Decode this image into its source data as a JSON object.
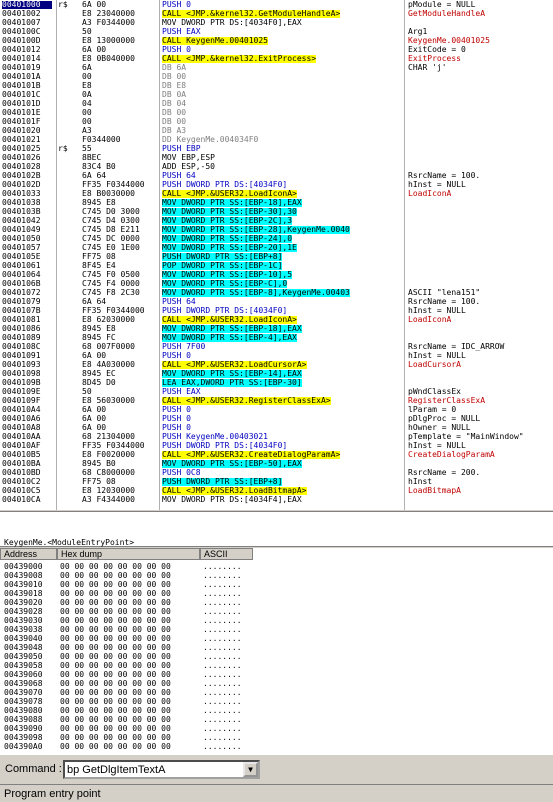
{
  "colors": {
    "selection": "#000080",
    "call_highlight": "#ffff00",
    "mov_highlight": "#00ffff",
    "api_comment": "#c00000",
    "keyword": "#0000c0"
  },
  "disasm": [
    {
      "addr": "00401000",
      "mark": "r$",
      "hex": "6A 00",
      "asm": "PUSH 0",
      "hl": "",
      "asm_color": "blue",
      "cmt": "pModule = NULL",
      "cmt_color": "black",
      "sel": true
    },
    {
      "addr": "00401002",
      "mark": "",
      "hex": "E8 23040000",
      "asm": "CALL <JMP.&kernel32.GetModuleHandleA>",
      "hl": "y",
      "asm_color": "",
      "cmt": "GetModuleHandleA",
      "cmt_color": "red"
    },
    {
      "addr": "00401007",
      "mark": "",
      "hex": "A3 F0344000",
      "asm": "MOV DWORD PTR DS:[4034F0],EAX",
      "hl": "",
      "asm_color": "",
      "cmt": "",
      "cmt_color": ""
    },
    {
      "addr": "0040100C",
      "mark": "",
      "hex": "50",
      "asm": "PUSH EAX",
      "hl": "",
      "asm_color": "blue",
      "cmt": "Arg1",
      "cmt_color": "black"
    },
    {
      "addr": "0040100D",
      "mark": "",
      "hex": "E8 13000000",
      "asm": "CALL KeygenMe.00401025",
      "hl": "y",
      "asm_color": "",
      "cmt": "KeygenMe.00401025",
      "cmt_color": "red"
    },
    {
      "addr": "00401012",
      "mark": "",
      "hex": "6A 00",
      "asm": "PUSH 0",
      "hl": "",
      "asm_color": "blue",
      "cmt": "ExitCode = 0",
      "cmt_color": "black"
    },
    {
      "addr": "00401014",
      "mark": "",
      "hex": "E8 0B040000",
      "asm": "CALL <JMP.&kernel32.ExitProcess>",
      "hl": "y",
      "asm_color": "",
      "cmt": "ExitProcess",
      "cmt_color": "red"
    },
    {
      "addr": "00401019",
      "mark": "",
      "hex": "6A",
      "asm": "DB 6A",
      "hl": "",
      "asm_color": "grey",
      "cmt": "CHAR 'j'",
      "cmt_color": "black"
    },
    {
      "addr": "0040101A",
      "mark": "",
      "hex": "00",
      "asm": "DB 00",
      "hl": "",
      "asm_color": "grey",
      "cmt": "",
      "cmt_color": ""
    },
    {
      "addr": "0040101B",
      "mark": "",
      "hex": "E8",
      "asm": "DB E8",
      "hl": "",
      "asm_color": "grey",
      "cmt": "",
      "cmt_color": ""
    },
    {
      "addr": "0040101C",
      "mark": "",
      "hex": "0A",
      "asm": "DB 0A",
      "hl": "",
      "asm_color": "grey",
      "cmt": "",
      "cmt_color": ""
    },
    {
      "addr": "0040101D",
      "mark": "",
      "hex": "04",
      "asm": "DB 04",
      "hl": "",
      "asm_color": "grey",
      "cmt": "",
      "cmt_color": ""
    },
    {
      "addr": "0040101E",
      "mark": "",
      "hex": "00",
      "asm": "DB 00",
      "hl": "",
      "asm_color": "grey",
      "cmt": "",
      "cmt_color": ""
    },
    {
      "addr": "0040101F",
      "mark": "",
      "hex": "00",
      "asm": "DB 00",
      "hl": "",
      "asm_color": "grey",
      "cmt": "",
      "cmt_color": ""
    },
    {
      "addr": "00401020",
      "mark": "",
      "hex": "A3",
      "asm": "DB A3",
      "hl": "",
      "asm_color": "grey",
      "cmt": "",
      "cmt_color": ""
    },
    {
      "addr": "00401021",
      "mark": "",
      "hex": "F0344000",
      "asm": "DD KeygenMe.004034F0",
      "hl": "",
      "asm_color": "grey",
      "cmt": "",
      "cmt_color": ""
    },
    {
      "addr": "00401025",
      "mark": "r$",
      "hex": "55",
      "asm": "PUSH EBP",
      "hl": "",
      "asm_color": "blue",
      "cmt": "",
      "cmt_color": ""
    },
    {
      "addr": "00401026",
      "mark": "",
      "hex": "8BEC",
      "asm": "MOV EBP,ESP",
      "hl": "",
      "asm_color": "",
      "cmt": "",
      "cmt_color": ""
    },
    {
      "addr": "00401028",
      "mark": "",
      "hex": "83C4 B0",
      "asm": "ADD ESP,-50",
      "hl": "",
      "asm_color": "",
      "cmt": "",
      "cmt_color": ""
    },
    {
      "addr": "0040102B",
      "mark": "",
      "hex": "6A 64",
      "asm": "PUSH 64",
      "hl": "",
      "asm_color": "blue",
      "cmt": "RsrcName = 100.",
      "cmt_color": "black"
    },
    {
      "addr": "0040102D",
      "mark": "",
      "hex": "FF35 F0344000",
      "asm": "PUSH DWORD PTR DS:[4034F0]",
      "hl": "",
      "asm_color": "blue",
      "cmt": "hInst = NULL",
      "cmt_color": "black"
    },
    {
      "addr": "00401033",
      "mark": "",
      "hex": "E8 B0030000",
      "asm": "CALL <JMP.&USER32.LoadIconA>",
      "hl": "y",
      "asm_color": "",
      "cmt": "LoadIconA",
      "cmt_color": "red"
    },
    {
      "addr": "00401038",
      "mark": "",
      "hex": "8945 E8",
      "asm": "MOV DWORD PTR SS:[EBP-18],EAX",
      "hl": "c",
      "asm_color": "",
      "cmt": "",
      "cmt_color": ""
    },
    {
      "addr": "0040103B",
      "mark": "",
      "hex": "C745 D0 3000",
      "asm": "MOV DWORD PTR SS:[EBP-30],30",
      "hl": "c",
      "asm_color": "",
      "cmt": "",
      "cmt_color": ""
    },
    {
      "addr": "00401042",
      "mark": "",
      "hex": "C745 D4 0300",
      "asm": "MOV DWORD PTR SS:[EBP-2C],3",
      "hl": "c",
      "asm_color": "",
      "cmt": "",
      "cmt_color": ""
    },
    {
      "addr": "00401049",
      "mark": "",
      "hex": "C745 D8 E211",
      "asm": "MOV DWORD PTR SS:[EBP-28],KeygenMe.0040",
      "hl": "c",
      "asm_color": "",
      "cmt": "",
      "cmt_color": ""
    },
    {
      "addr": "00401050",
      "mark": "",
      "hex": "C745 DC 0000",
      "asm": "MOV DWORD PTR SS:[EBP-24],0",
      "hl": "c",
      "asm_color": "",
      "cmt": "",
      "cmt_color": ""
    },
    {
      "addr": "00401057",
      "mark": "",
      "hex": "C745 E0 1E00",
      "asm": "MOV DWORD PTR SS:[EBP-20],1E",
      "hl": "c",
      "asm_color": "",
      "cmt": "",
      "cmt_color": ""
    },
    {
      "addr": "0040105E",
      "mark": "",
      "hex": "FF75 08",
      "asm": "PUSH DWORD PTR SS:[EBP+8]",
      "hl": "c",
      "asm_color": "",
      "cmt": "",
      "cmt_color": ""
    },
    {
      "addr": "00401061",
      "mark": "",
      "hex": "8F45 E4",
      "asm": "POP DWORD PTR SS:[EBP-1C]",
      "hl": "c",
      "asm_color": "",
      "cmt": "",
      "cmt_color": ""
    },
    {
      "addr": "00401064",
      "mark": "",
      "hex": "C745 F0 0500",
      "asm": "MOV DWORD PTR SS:[EBP-10],5",
      "hl": "c",
      "asm_color": "",
      "cmt": "",
      "cmt_color": ""
    },
    {
      "addr": "0040106B",
      "mark": "",
      "hex": "C745 F4 0000",
      "asm": "MOV DWORD PTR SS:[EBP-C],0",
      "hl": "c",
      "asm_color": "",
      "cmt": "",
      "cmt_color": ""
    },
    {
      "addr": "00401072",
      "mark": "",
      "hex": "C745 F8 2C30",
      "asm": "MOV DWORD PTR SS:[EBP-8],KeygenMe.00403",
      "hl": "c",
      "asm_color": "",
      "cmt": "ASCII \"lena151\"",
      "cmt_color": "black"
    },
    {
      "addr": "00401079",
      "mark": "",
      "hex": "6A 64",
      "asm": "PUSH 64",
      "hl": "",
      "asm_color": "blue",
      "cmt": "RsrcName = 100.",
      "cmt_color": "black"
    },
    {
      "addr": "0040107B",
      "mark": "",
      "hex": "FF35 F0344000",
      "asm": "PUSH DWORD PTR DS:[4034F0]",
      "hl": "",
      "asm_color": "blue",
      "cmt": "hInst = NULL",
      "cmt_color": "black"
    },
    {
      "addr": "00401081",
      "mark": "",
      "hex": "E8 62030000",
      "asm": "CALL <JMP.&USER32.LoadIconA>",
      "hl": "y",
      "asm_color": "",
      "cmt": "LoadIconA",
      "cmt_color": "red"
    },
    {
      "addr": "00401086",
      "mark": "",
      "hex": "8945 E8",
      "asm": "MOV DWORD PTR SS:[EBP-18],EAX",
      "hl": "c",
      "asm_color": "",
      "cmt": "",
      "cmt_color": ""
    },
    {
      "addr": "00401089",
      "mark": "",
      "hex": "8945 FC",
      "asm": "MOV DWORD PTR SS:[EBP-4],EAX",
      "hl": "c",
      "asm_color": "",
      "cmt": "",
      "cmt_color": ""
    },
    {
      "addr": "0040108C",
      "mark": "",
      "hex": "68 007F0000",
      "asm": "PUSH 7F00",
      "hl": "",
      "asm_color": "blue",
      "cmt": "RsrcName = IDC_ARROW",
      "cmt_color": "black"
    },
    {
      "addr": "00401091",
      "mark": "",
      "hex": "6A 00",
      "asm": "PUSH 0",
      "hl": "",
      "asm_color": "blue",
      "cmt": "hInst = NULL",
      "cmt_color": "black"
    },
    {
      "addr": "00401093",
      "mark": "",
      "hex": "E8 4A030000",
      "asm": "CALL <JMP.&USER32.LoadCursorA>",
      "hl": "y",
      "asm_color": "",
      "cmt": "LoadCursorA",
      "cmt_color": "red"
    },
    {
      "addr": "00401098",
      "mark": "",
      "hex": "8945 EC",
      "asm": "MOV DWORD PTR SS:[EBP-14],EAX",
      "hl": "c",
      "asm_color": "",
      "cmt": "",
      "cmt_color": ""
    },
    {
      "addr": "0040109B",
      "mark": "",
      "hex": "8D45 D0",
      "asm": "LEA EAX,DWORD PTR SS:[EBP-30]",
      "hl": "c",
      "asm_color": "",
      "cmt": "",
      "cmt_color": ""
    },
    {
      "addr": "0040109E",
      "mark": "",
      "hex": "50",
      "asm": "PUSH EAX",
      "hl": "",
      "asm_color": "blue",
      "cmt": "pWndClassEx",
      "cmt_color": "black"
    },
    {
      "addr": "0040109F",
      "mark": "",
      "hex": "E8 56030000",
      "asm": "CALL <JMP.&USER32.RegisterClassExA>",
      "hl": "y",
      "asm_color": "",
      "cmt": "RegisterClassExA",
      "cmt_color": "red"
    },
    {
      "addr": "004010A4",
      "mark": "",
      "hex": "6A 00",
      "asm": "PUSH 0",
      "hl": "",
      "asm_color": "blue",
      "cmt": "lParam = 0",
      "cmt_color": "black"
    },
    {
      "addr": "004010A6",
      "mark": "",
      "hex": "6A 00",
      "asm": "PUSH 0",
      "hl": "",
      "asm_color": "blue",
      "cmt": "pDlgProc = NULL",
      "cmt_color": "black"
    },
    {
      "addr": "004010A8",
      "mark": "",
      "hex": "6A 00",
      "asm": "PUSH 0",
      "hl": "",
      "asm_color": "blue",
      "cmt": "hOwner = NULL",
      "cmt_color": "black"
    },
    {
      "addr": "004010AA",
      "mark": "",
      "hex": "68 21304000",
      "asm": "PUSH KeygenMe.00403021",
      "hl": "",
      "asm_color": "blue",
      "cmt": "pTemplate = \"MainWindow\"",
      "cmt_color": "black"
    },
    {
      "addr": "004010AF",
      "mark": "",
      "hex": "FF35 F0344000",
      "asm": "PUSH DWORD PTR DS:[4034F0]",
      "hl": "",
      "asm_color": "blue",
      "cmt": "hInst = NULL",
      "cmt_color": "black"
    },
    {
      "addr": "004010B5",
      "mark": "",
      "hex": "E8 F0020000",
      "asm": "CALL <JMP.&USER32.CreateDialogParamA>",
      "hl": "y",
      "asm_color": "",
      "cmt": "CreateDialogParamA",
      "cmt_color": "red"
    },
    {
      "addr": "004010BA",
      "mark": "",
      "hex": "8945 B0",
      "asm": "MOV DWORD PTR SS:[EBP-50],EAX",
      "hl": "c",
      "asm_color": "",
      "cmt": "",
      "cmt_color": ""
    },
    {
      "addr": "004010BD",
      "mark": "",
      "hex": "68 C8000000",
      "asm": "PUSH 0C8",
      "hl": "",
      "asm_color": "blue",
      "cmt": "RsrcName = 200.",
      "cmt_color": "black"
    },
    {
      "addr": "004010C2",
      "mark": "",
      "hex": "FF75 08",
      "asm": "PUSH DWORD PTR SS:[EBP+8]",
      "hl": "c",
      "asm_color": "",
      "cmt": "hInst",
      "cmt_color": "black"
    },
    {
      "addr": "004010C5",
      "mark": "",
      "hex": "E8 12030000",
      "asm": "CALL <JMP.&USER32.LoadBitmapA>",
      "hl": "y",
      "asm_color": "",
      "cmt": "LoadBitmapA",
      "cmt_color": "red"
    },
    {
      "addr": "004010CA",
      "mark": "",
      "hex": "A3 F4344000",
      "asm": "MOV DWORD PTR DS:[4034F4],EAX",
      "hl": "",
      "asm_color": "",
      "cmt": "",
      "cmt_color": ""
    }
  ],
  "info": {
    "text": "KeygenMe.<ModuleEntryPoint>"
  },
  "dump": {
    "headers": [
      "Address",
      "Hex dump",
      "ASCII"
    ],
    "hex": "00 00 00 00 00 00 00 00",
    "ascii": "........",
    "rows": [
      "00439000",
      "00439008",
      "00439010",
      "00439018",
      "00439020",
      "00439028",
      "00439030",
      "00439038",
      "00439040",
      "00439048",
      "00439050",
      "00439058",
      "00439060",
      "00439068",
      "00439070",
      "00439078",
      "00439080",
      "00439088",
      "00439090",
      "00439098",
      "004390A0"
    ]
  },
  "command": {
    "label": "Command :",
    "value": "bp GetDlgItemTextA"
  },
  "status": {
    "text": "Program entry point"
  }
}
